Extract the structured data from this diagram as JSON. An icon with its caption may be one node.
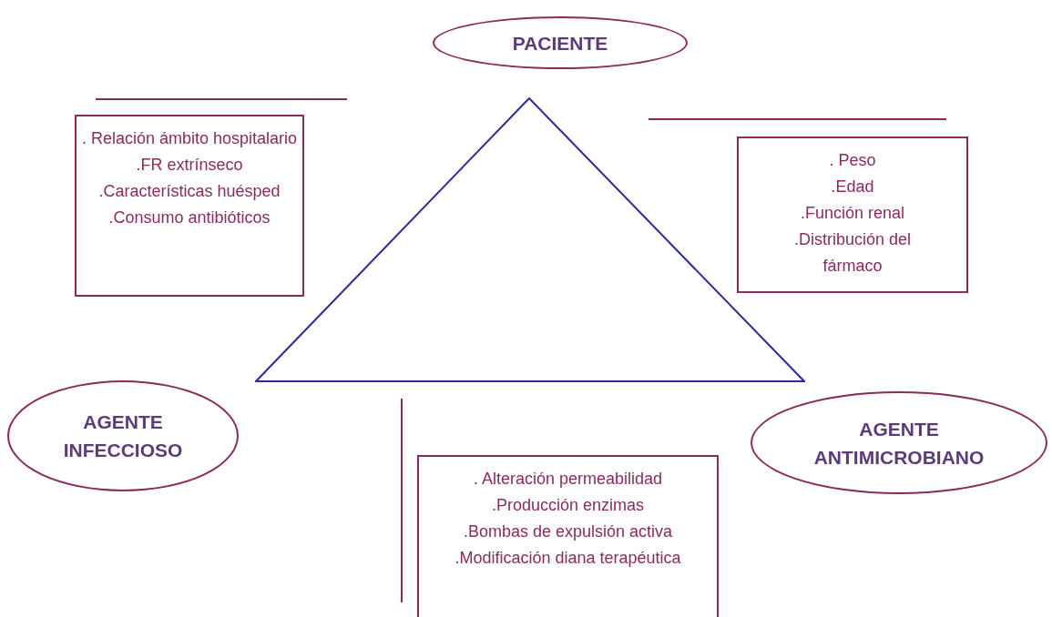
{
  "diagram": {
    "nodes": [
      {
        "text": [
          "PACIENTE"
        ]
      },
      {
        "text": [
          ". Relación ámbito hospitalario",
          ".FR extrínseco",
          ".Características huésped",
          ".Consumo antibióticos"
        ]
      },
      {
        "text": [
          ". Peso",
          ".Edad",
          ".Función renal",
          ".Distribución del fármaco"
        ]
      },
      {
        "text": [
          "AGENTE INFECCIOSO"
        ]
      },
      {
        "text": [
          "AGENTE ANTIMICROBIANO"
        ]
      },
      {
        "text": [
          ". Alteración permeabilidad",
          ".Producción enzimas",
          ".Bombas de expulsión activa",
          ".Modificación diana terapéutica"
        ]
      },
      {
        "text": [],
        "shape": "triangle"
      }
    ]
  }
}
